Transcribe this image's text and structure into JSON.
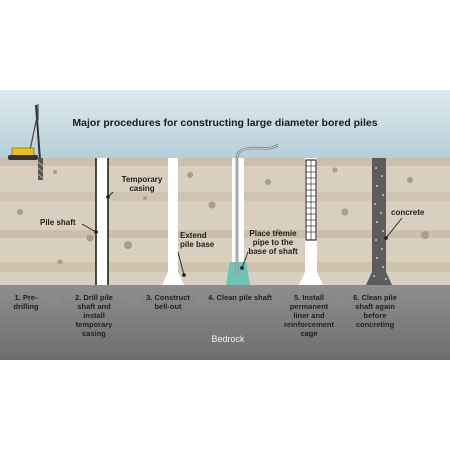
{
  "title": "Major procedures for constructing large diameter bored piles",
  "labels": {
    "temporary_casing": "Temporary\ncasing",
    "pile_shaft": "Pile shaft",
    "extend_pile_base": "Extend\npile base",
    "place_tremie": "Place tremie\npipe to the\nbase of shaft",
    "concrete": "concrete",
    "bedrock": "Bedrock"
  },
  "steps": [
    "1. Pre-drilling",
    "2. Drill pile\nshaft and\ninstall\ntemporary\ncasing",
    "3. Construct\nbell-out",
    "4. Clean pile shaft",
    "5. Install\npermanent\nliner and\nreinforcement\ncage",
    "6. Clean pile\nshaft again\nbefore\nconcreting"
  ],
  "colors": {
    "sky": "#b8d2dc",
    "soil": "#d7cdbc",
    "soil_stripe": "#c8bca8",
    "bedrock": "#7f7f7f",
    "rig_yellow": "#e8c01c",
    "tremie_water": "#6fc4b8",
    "arrow": "#8a8a8a"
  }
}
